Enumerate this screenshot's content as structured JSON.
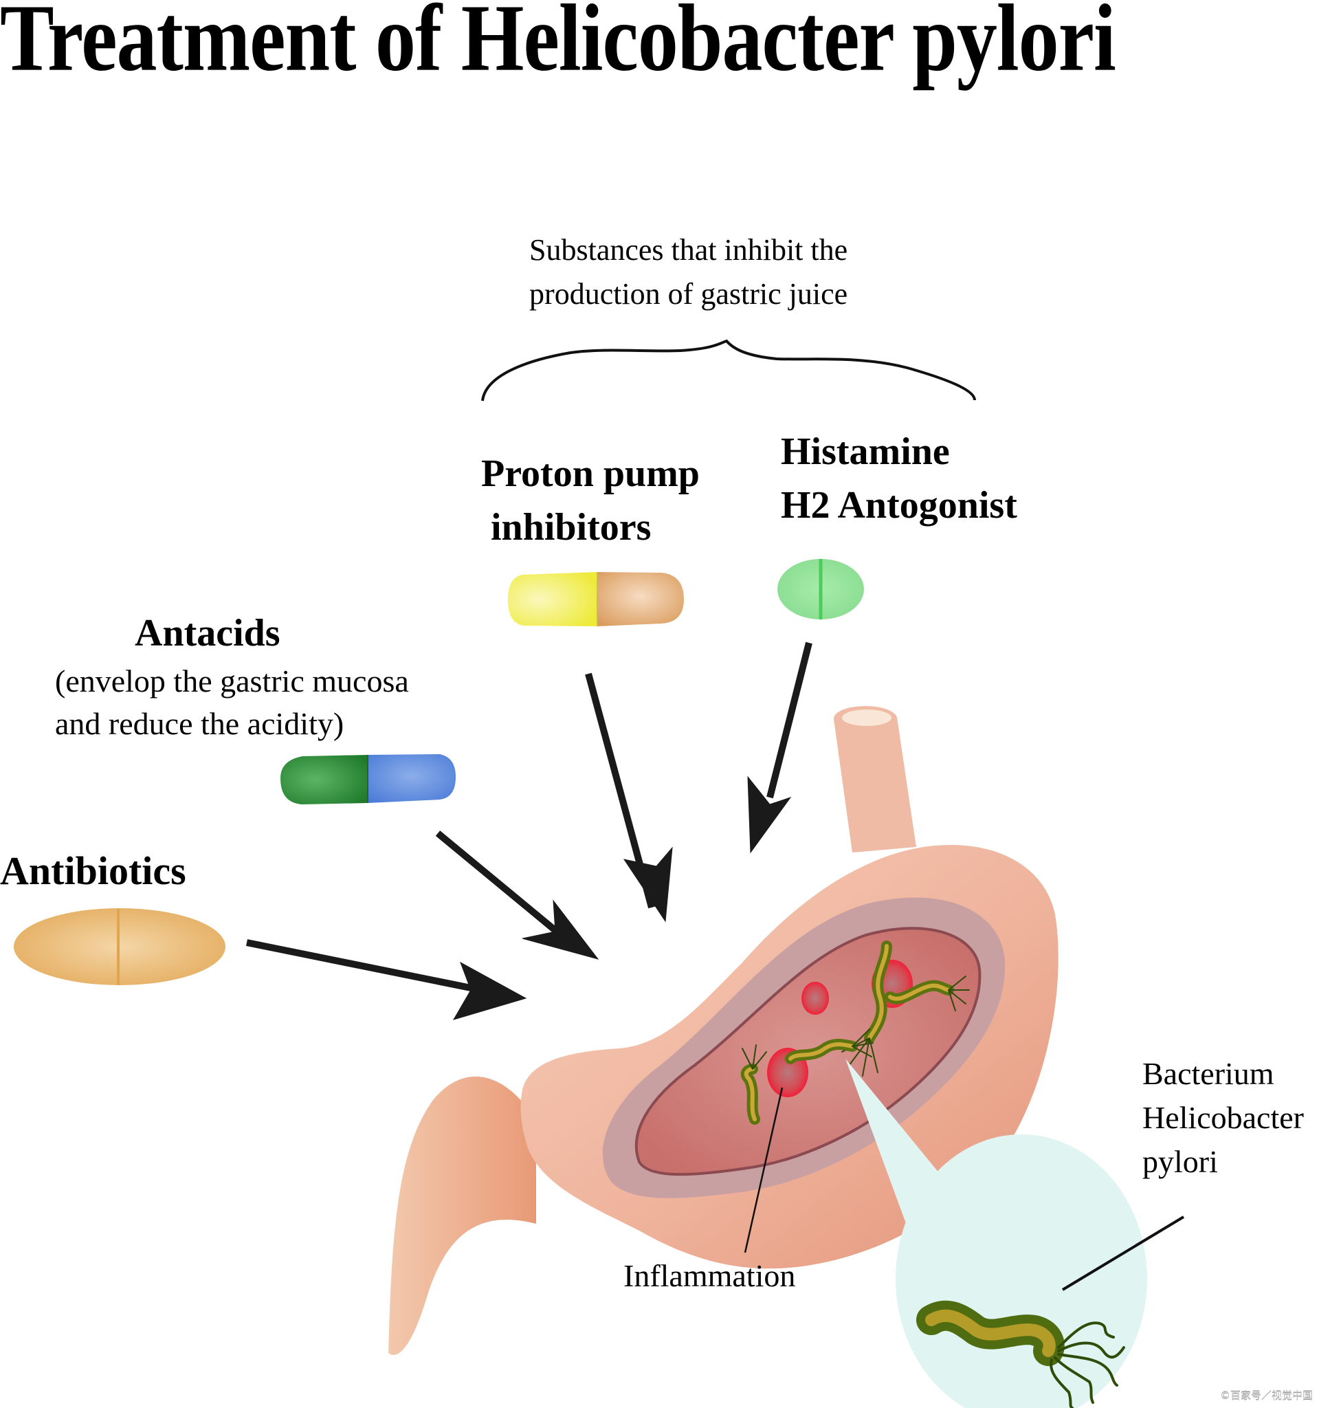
{
  "title": "Treatment of Helicobacter pylori",
  "group_label": {
    "line1": "Substances that inhibit the",
    "line2": "production of gastric juice"
  },
  "drugs": [
    {
      "id": "proton-pump-inhibitors",
      "line1": "Proton pump",
      "line2": "inhibitors",
      "pill": "capsule",
      "colors": [
        "#f2ef4a",
        "#e3a870"
      ]
    },
    {
      "id": "histamine-h2-antagonist",
      "line1": "Histamine",
      "line2": "H2 Antogonist",
      "pill": "round-tablet",
      "colors": [
        "#93e49a",
        "#4ccc5a"
      ]
    },
    {
      "id": "antacids",
      "title": "Antacids",
      "desc_line1": "(envelop the gastric mucosa",
      "desc_line2": "and reduce the acidity)",
      "pill": "capsule",
      "colors": [
        "#2e8a3a",
        "#5b8ee0"
      ]
    },
    {
      "id": "antibiotics",
      "title": "Antibiotics",
      "pill": "oval-tablet",
      "colors": [
        "#f0c98d",
        "#e0a758"
      ]
    }
  ],
  "annotations": {
    "bacterium": {
      "line1": "Bacterium",
      "line2": "Helicobacter",
      "line3": "pylori"
    },
    "inflammation": "Inflammation"
  },
  "colors": {
    "stomach": "#efb39c",
    "stomach_dark": "#e29a80",
    "mucosa_ring": "#c9a0a2",
    "lumen": "#d27d78",
    "inflammation": "#e8343c",
    "bacterium": "#7a8a1c",
    "callout": "#e0f4f1",
    "arrow": "#1a1a1a"
  },
  "watermark": "©百家号／视觉中国"
}
